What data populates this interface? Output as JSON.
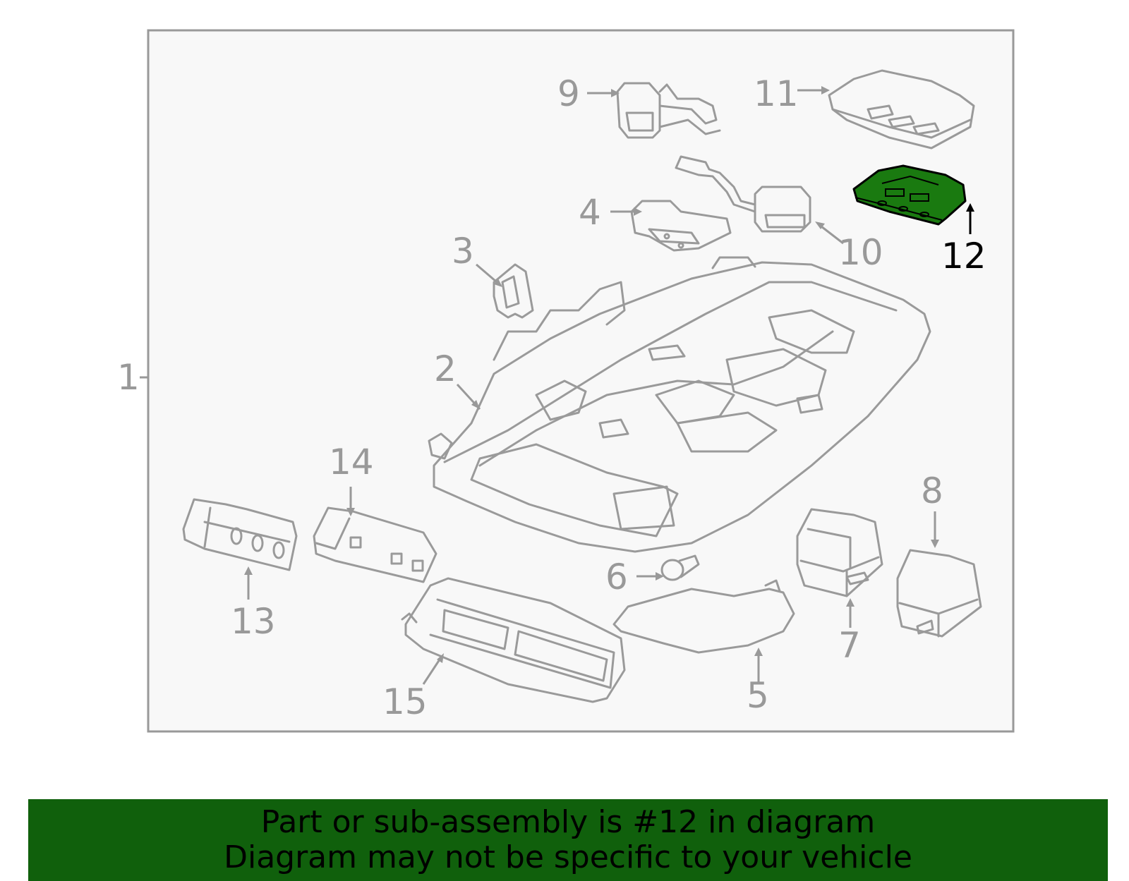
{
  "diagram": {
    "callouts": [
      {
        "id": "1",
        "label": "1"
      },
      {
        "id": "2",
        "label": "2"
      },
      {
        "id": "3",
        "label": "3"
      },
      {
        "id": "4",
        "label": "4"
      },
      {
        "id": "5",
        "label": "5"
      },
      {
        "id": "6",
        "label": "6"
      },
      {
        "id": "7",
        "label": "7"
      },
      {
        "id": "8",
        "label": "8"
      },
      {
        "id": "9",
        "label": "9"
      },
      {
        "id": "10",
        "label": "10"
      },
      {
        "id": "11",
        "label": "11"
      },
      {
        "id": "12",
        "label": "12"
      },
      {
        "id": "13",
        "label": "13"
      },
      {
        "id": "14",
        "label": "14"
      },
      {
        "id": "15",
        "label": "15"
      }
    ],
    "highlighted_part": "12",
    "colors": {
      "background": "#ffffff",
      "panel_fill": "#f8f8f8",
      "line": "#999999",
      "highlight_part": "#1a7a10",
      "highlight_text": "#000000",
      "banner": "#10600c"
    }
  },
  "footer": {
    "line1": "Part or sub-assembly is #12 in diagram",
    "line2": "Diagram may not be specific to your vehicle"
  }
}
